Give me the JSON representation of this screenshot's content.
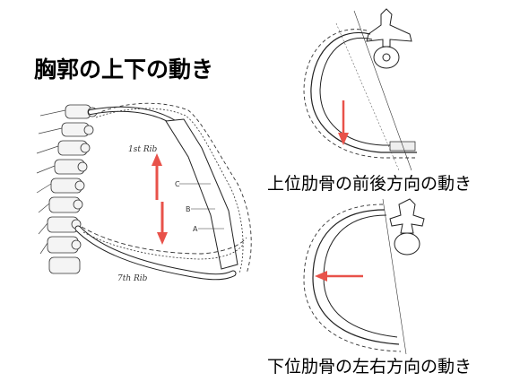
{
  "title": "胸郭の上下の動き",
  "captions": {
    "upper": "上位肋骨の前後方向の動き",
    "lower": "下位肋骨の左右方向の動き"
  },
  "diagram_labels": {
    "rib1": "1st Rib",
    "rib7": "7th Rib",
    "line_c": "C",
    "line_b": "B",
    "line_a": "A"
  },
  "colors": {
    "arrow": "#e8524a",
    "line": "#222222"
  }
}
